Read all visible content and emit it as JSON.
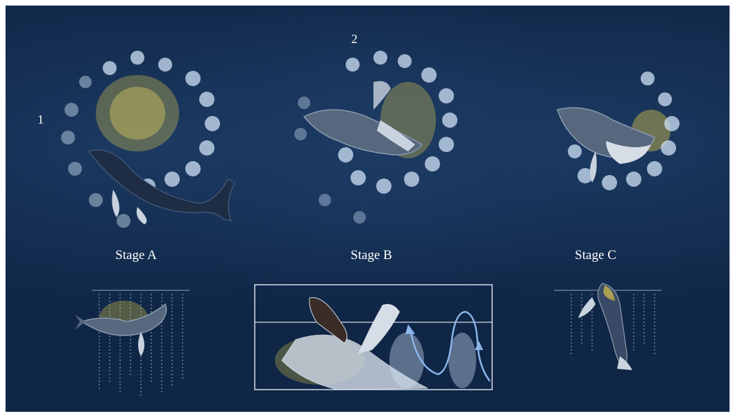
{
  "markers": {
    "one": "1",
    "two": "2"
  },
  "stages": [
    {
      "label": "Stage A"
    },
    {
      "label": "Stage B"
    },
    {
      "label": "Stage C"
    }
  ],
  "colors": {
    "background": "#0f2646",
    "bubble": "#cfe2f5",
    "krill": "#d8c24a",
    "whale_dark": "#1e2c44",
    "whale_light": "#c9d3df",
    "arrow": "#8bb6ea"
  },
  "icons": {
    "bubble_ring": "bubble-net-icon",
    "whale": "humpback-whale-icon",
    "krill": "krill-cloud-icon",
    "spiral_arrow": "spiral-arrow-icon"
  }
}
